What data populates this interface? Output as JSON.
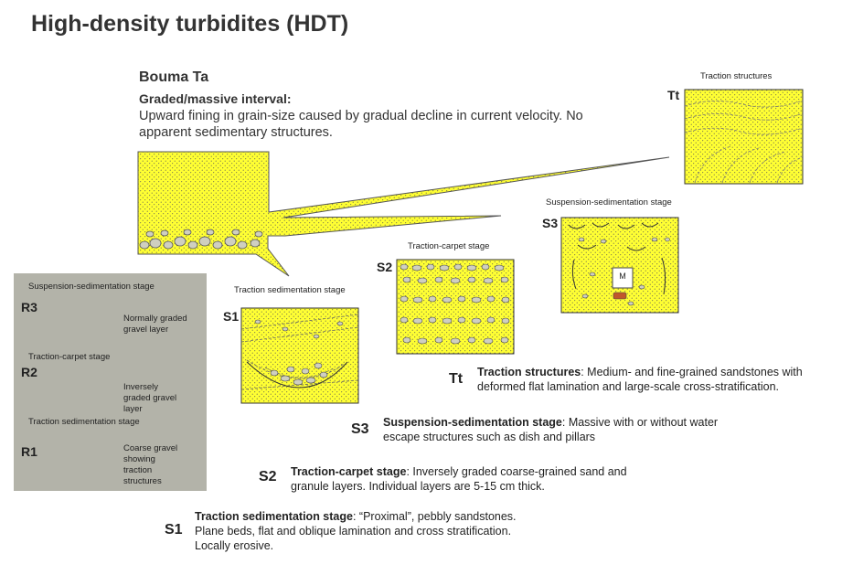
{
  "title": "High-density turbidites (HDT)",
  "bouma": {
    "heading": "Bouma Ta",
    "subheading": "Graded/massive interval:",
    "description": "Upward fining in grain-size caused by gradual decline in current velocity. No apparent sedimentary structures."
  },
  "panels": {
    "tt": {
      "code": "Tt",
      "caption": "Traction structures"
    },
    "s3": {
      "code": "S3",
      "caption": "Suspension-sedimentation stage",
      "marker": "M"
    },
    "s2": {
      "code": "S2",
      "caption": "Traction-carpet stage"
    },
    "s1": {
      "code": "S1",
      "caption": "Traction sedimentation stage"
    }
  },
  "gravel_box": {
    "r3": {
      "code": "R3",
      "caption": "Suspension-sedimentation stage",
      "note": [
        "Normally graded",
        "gravel layer"
      ]
    },
    "r2": {
      "code": "R2",
      "caption": "Traction-carpet stage",
      "note": [
        "Inversely",
        "graded gravel",
        "layer"
      ]
    },
    "r1": {
      "code": "R1",
      "caption": "Traction sedimentation stage",
      "note": [
        "Coarse gravel",
        "showing",
        "traction",
        "structures"
      ]
    }
  },
  "descriptions": {
    "tt": {
      "code": "Tt",
      "term": "Traction structures",
      "lines": [
        ": Medium- and fine-grained sandstones with",
        "deformed flat lamination and large-scale cross-stratification."
      ]
    },
    "s3": {
      "code": "S3",
      "term": "Suspension-sedimentation stage",
      "lines": [
        ": Massive with or without water",
        "escape structures such as dish and pillars"
      ]
    },
    "s2": {
      "code": "S2",
      "term": "Traction-carpet stage",
      "lines": [
        ": Inversely graded  coarse-grained sand and",
        "granule layers. Individual layers are 5-15 cm thick."
      ]
    },
    "s1": {
      "code": "S1",
      "term": "Traction sedimentation stage",
      "lines": [
        ": “Proximal”, pebbly sandstones.",
        "Plane beds, flat and oblique lamination and cross stratification.",
        "Locally erosive."
      ]
    }
  },
  "colors": {
    "sand": "#ffff33",
    "pebble": "#cfcfc0",
    "gray_box": "#b3b3a9",
    "clast": "#c0582b"
  }
}
